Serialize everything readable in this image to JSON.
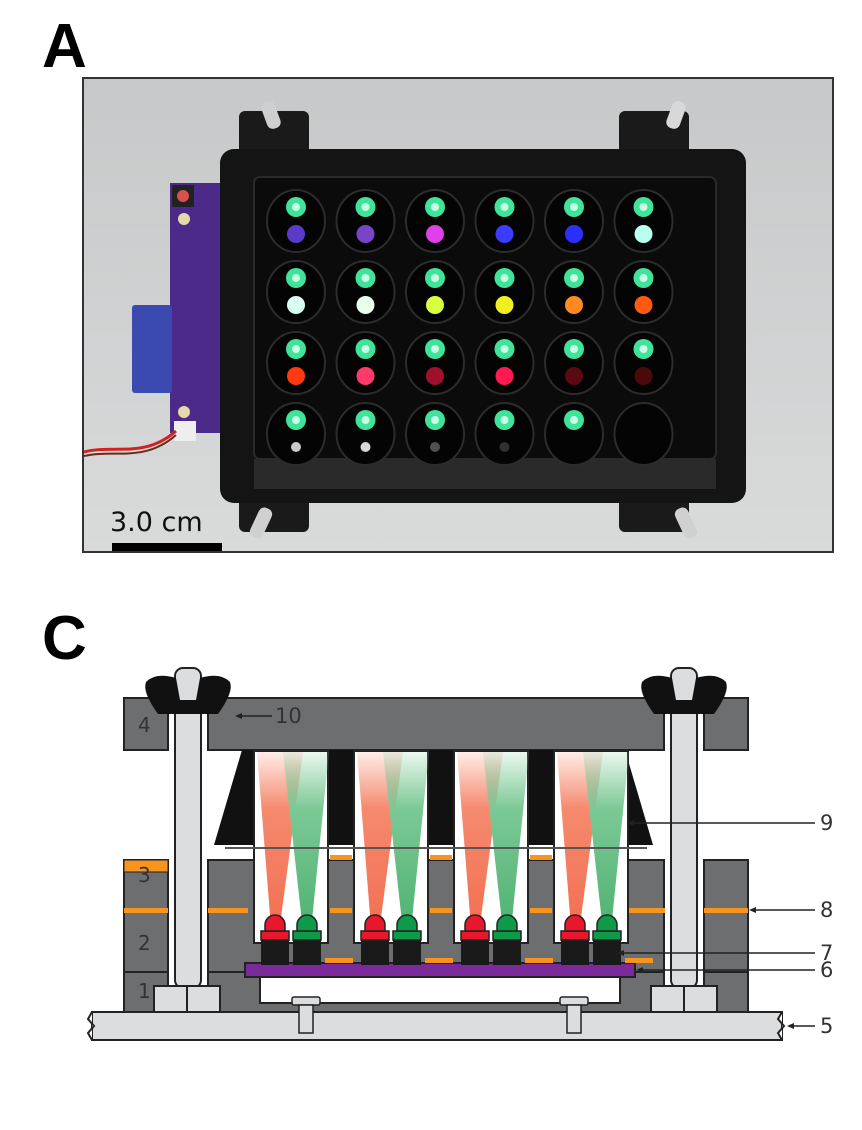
{
  "panels": {
    "a": {
      "letter": "A",
      "scale_bar": {
        "label": "3.0 cm"
      },
      "well_grid": {
        "rows": 4,
        "cols": 6,
        "indicator_color": "#3fe39a",
        "sample_leds": [
          [
            "#5a3cc9",
            "#7a44c8",
            "#e040e8",
            "#3a3cff",
            "#2a30ff",
            "#b8fff0"
          ],
          [
            "#d8fff0",
            "#e8ffe8",
            "#d8ff40",
            "#f0f020",
            "#ff8a20",
            "#ff5a10"
          ],
          [
            "#ff3a10",
            "#ff3a6a",
            "#a0102a",
            "#ff1a50",
            "#5a0a10",
            "#4a0a0a"
          ],
          [
            "#c8c8c8",
            "#d8d8d8",
            "#505050",
            "#303030",
            "",
            ""
          ]
        ],
        "indicator_present": [
          [
            true,
            true,
            true,
            true,
            true,
            true
          ],
          [
            true,
            true,
            true,
            true,
            true,
            true
          ],
          [
            true,
            true,
            true,
            true,
            true,
            true
          ],
          [
            true,
            true,
            true,
            true,
            true,
            false
          ]
        ]
      }
    },
    "c": {
      "letter": "C",
      "layer_labels": [
        "1",
        "2",
        "3",
        "4"
      ],
      "callouts": [
        "5",
        "6",
        "7",
        "8",
        "9",
        "10"
      ],
      "colors": {
        "layer_gray": "#6d6e70",
        "gasket_orange": "#f7941d",
        "pcb_purple": "#7a2a9a",
        "led_red": "#e8182c",
        "led_green": "#0f9a4a",
        "beam_red": "#f26d50",
        "beam_green": "#5cb87a",
        "bolt_gray": "#dcdddf"
      }
    }
  }
}
